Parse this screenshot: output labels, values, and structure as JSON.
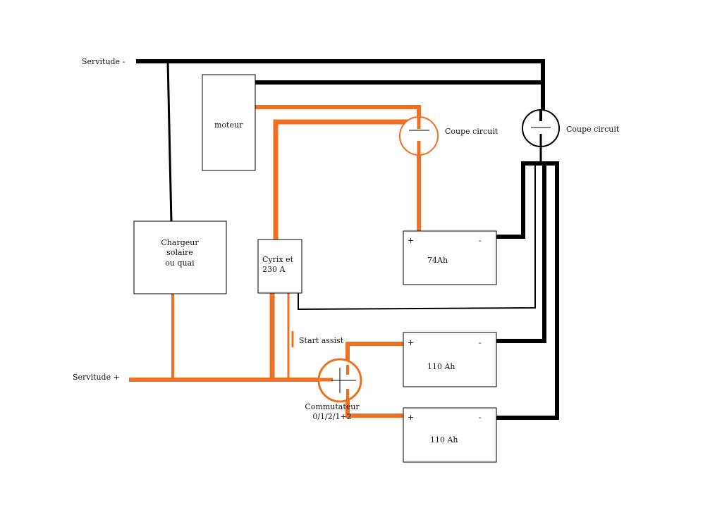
{
  "colors": {
    "negative_wire": "#000000",
    "positive_wire": "#ee7022",
    "background": "#ffffff"
  },
  "labels": {
    "servitude_minus": "Servitude -",
    "servitude_plus": "Servitude +",
    "moteur": "moteur",
    "chargeur_line1": "Chargeur",
    "chargeur_line2": "solaire",
    "chargeur_line3": "ou quai",
    "cyrix_line1": "Cyrix et",
    "cyrix_line2": "230 A",
    "start_assist": "Start assist",
    "coupe_circuit_1": "Coupe circuit",
    "coupe_circuit_2": "Coupe circuit",
    "commutateur_line1": "Commutateur",
    "commutateur_line2": "0/1/2/1+2",
    "battery_74": "74Ah",
    "battery_110_a": "110 Ah",
    "battery_110_b": "110 Ah",
    "plus_sign": "+",
    "minus_sign": "-"
  }
}
